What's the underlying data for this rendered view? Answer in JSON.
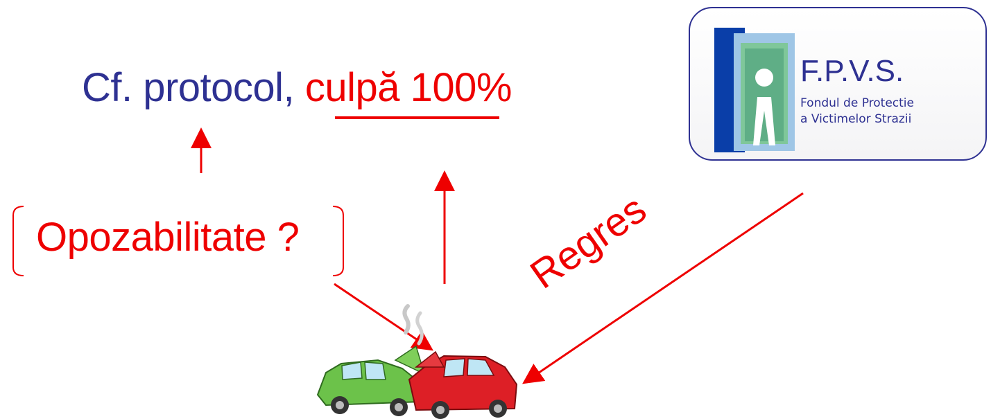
{
  "title": {
    "prefix": "Cf. protocol,",
    "highlight": "culpă 100%"
  },
  "opozabilitate": "Opozabilitate ?",
  "regres": "Regres",
  "fpvs": {
    "title": "F.P.V.S.",
    "line1": "Fondul de Protectie",
    "line2": "a Victimelor Strazii"
  },
  "colors": {
    "blue": "#2e3192",
    "red": "#ee0000"
  },
  "icons": [
    "fpvs-logo-icon",
    "car-crash-icon"
  ]
}
